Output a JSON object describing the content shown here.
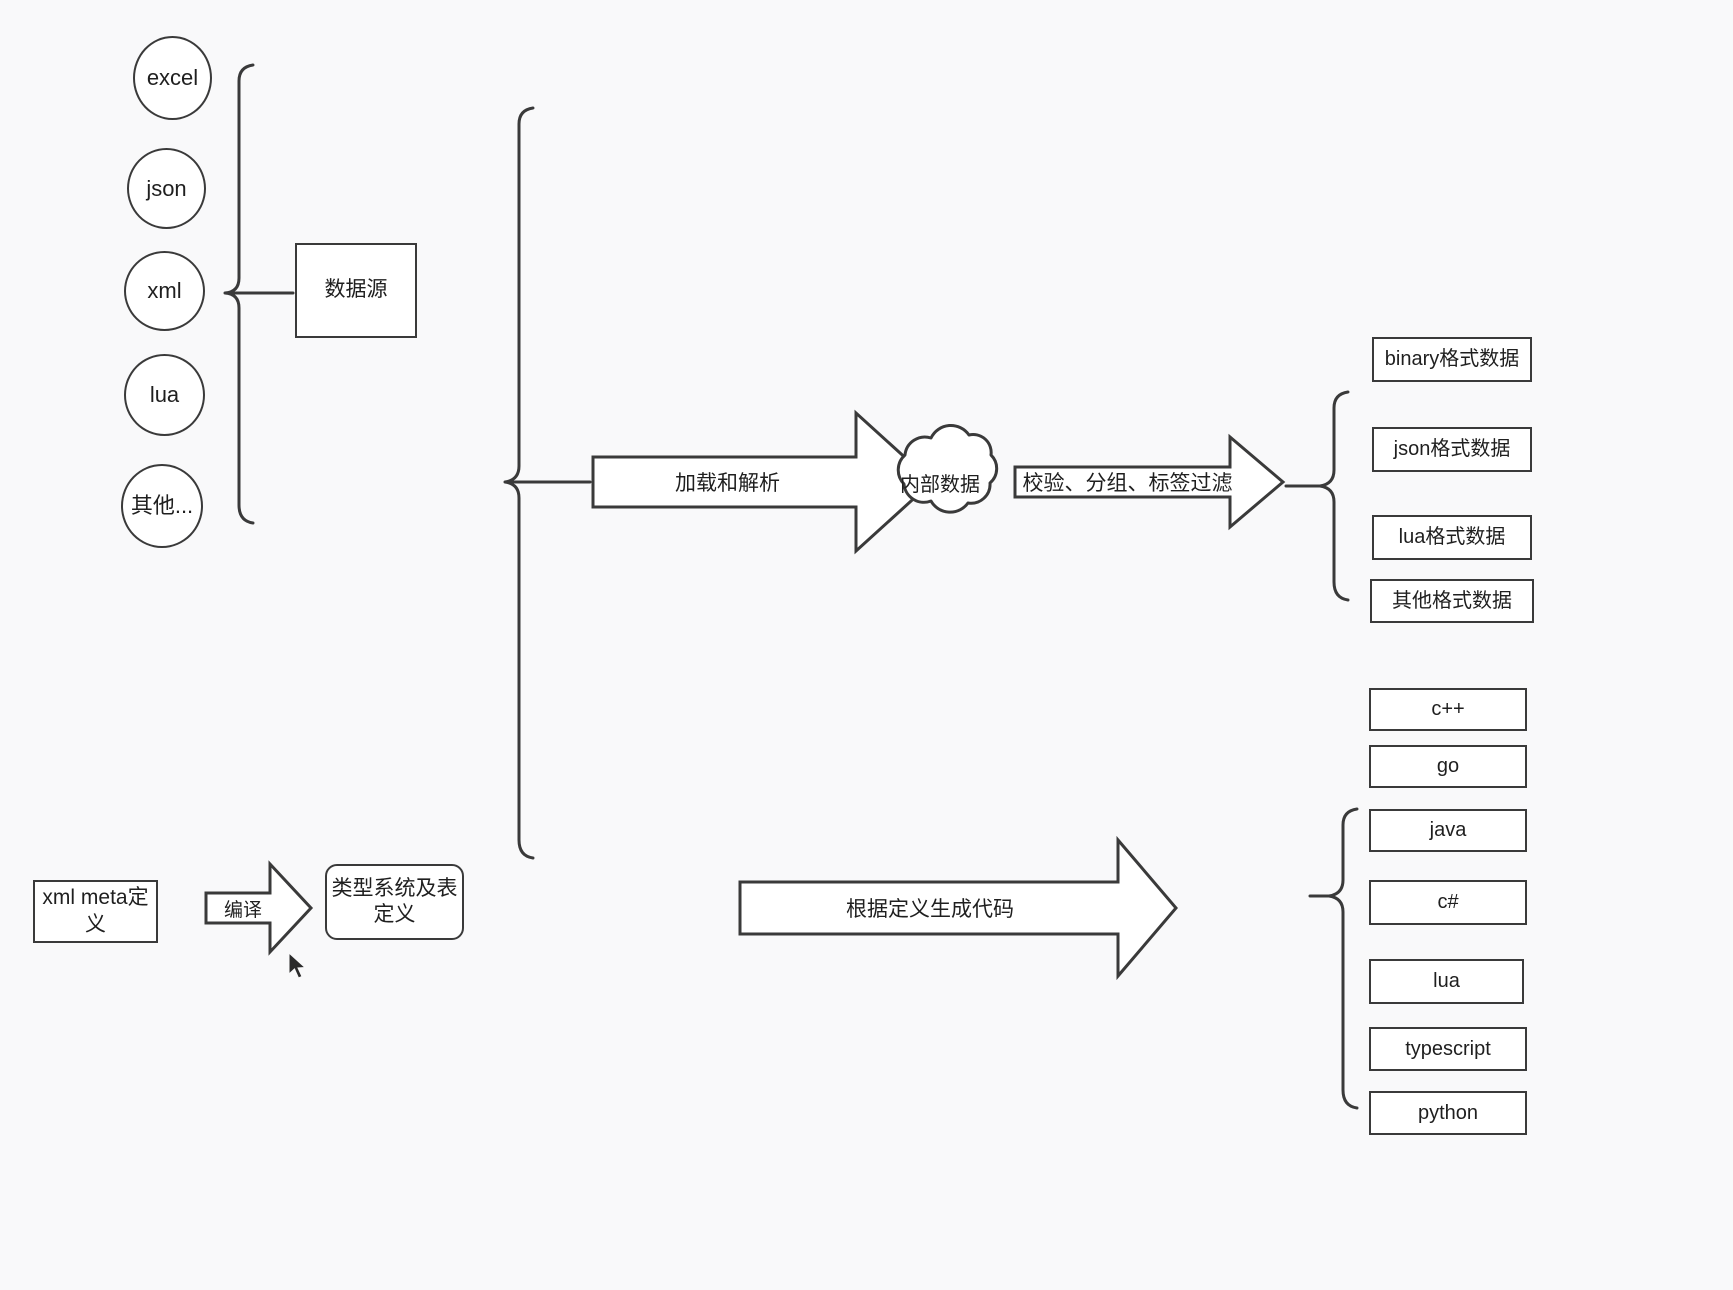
{
  "diagram": {
    "title": "",
    "background_color": "#f9f9fa",
    "stroke_color": "#3a3a3a",
    "fill_color": "#ffffff",
    "text_color": "#1f1f1f"
  },
  "sources": {
    "items": [
      {
        "label": "excel"
      },
      {
        "label": "json"
      },
      {
        "label": "xml"
      },
      {
        "label": "lua"
      },
      {
        "label": "其他..."
      }
    ],
    "group_label": "数据源"
  },
  "meta": {
    "definition_label": "xml meta定义",
    "compile_label": "编译",
    "type_system_label": "类型系统及表\n定义"
  },
  "pipeline": {
    "load_parse_label": "加载和解析",
    "internal_data_label": "内部数据",
    "filter_label": "校验、分组、标签过滤",
    "codegen_label": "根据定义生成代码"
  },
  "outputs": {
    "data_formats": [
      {
        "label": "binary格式数据"
      },
      {
        "label": "json格式数据"
      },
      {
        "label": "lua格式数据"
      },
      {
        "label": "其他格式数据"
      }
    ],
    "languages": [
      {
        "label": "c++"
      },
      {
        "label": "go"
      },
      {
        "label": "java"
      },
      {
        "label": "c#"
      },
      {
        "label": "lua"
      },
      {
        "label": "typescript"
      },
      {
        "label": "python"
      }
    ]
  }
}
